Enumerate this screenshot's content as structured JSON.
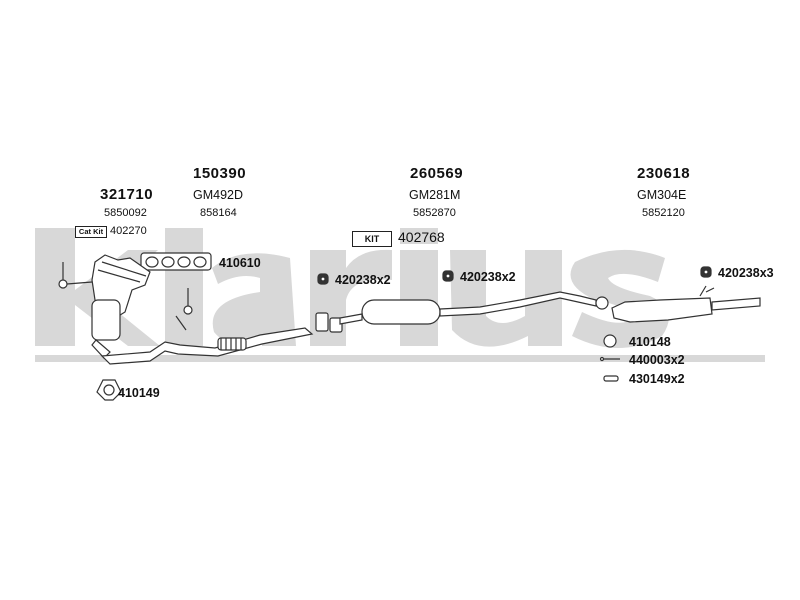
{
  "watermark": "klarius",
  "columns": [
    {
      "part": "150390",
      "code": "GM492D",
      "ref": "858164"
    },
    {
      "part": "260569",
      "code": "GM281M",
      "ref": "5852870"
    },
    {
      "part": "230618",
      "code": "GM304E",
      "ref": "5852120"
    }
  ],
  "catalyst": {
    "part": "321710",
    "ref": "5850092",
    "cat_kit_label": "Cat Kit",
    "cat_kit_code": "402270"
  },
  "kit": {
    "label": "KIT",
    "code": "402768"
  },
  "parts": {
    "gasket_manifold": "410610",
    "gasket_front": "410149",
    "mount_1": "420238x2",
    "mount_2": "420238x2",
    "mount_3": "420238x3",
    "ring_410148": "410148",
    "bolt_440003": "440003x2",
    "spring_430149": "430149x2"
  },
  "colors": {
    "watermark": "#d6d6d6",
    "line": "#333333"
  }
}
